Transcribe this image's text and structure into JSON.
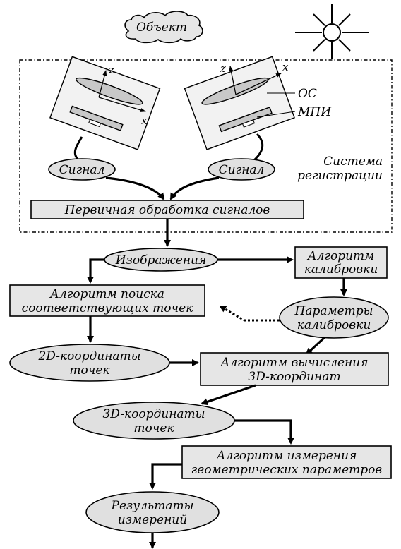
{
  "labels": {
    "object": "Объект",
    "oc": "ОС",
    "mpi": "МПИ",
    "signal_left": "Сигнал",
    "signal_right": "Сигнал",
    "system_line1": "Система",
    "system_line2": "регистрации",
    "primary_processing": "Первичная обработка сигналов",
    "images": "Изображения",
    "calib_algo_line1": "Алгоритм",
    "calib_algo_line2": "калибровки",
    "search_algo_line1": "Алгоритм поиска",
    "search_algo_line2": "соответствующих точек",
    "calib_params_line1": "Параметры",
    "calib_params_line2": "калибровки",
    "coords2d_line1": "2D-координаты",
    "coords2d_line2": "точек",
    "calc3d_line1": "Алгоритм вычисления",
    "calc3d_line2": "3D-координат",
    "coords3d_line1": "3D-координаты",
    "coords3d_line2": "точек",
    "measure_line1": "Алгоритм измерения",
    "measure_line2": "геометрических параметров",
    "results_line1": "Результаты",
    "results_line2": "измерений"
  },
  "axes": {
    "z": "z",
    "x": "x"
  }
}
